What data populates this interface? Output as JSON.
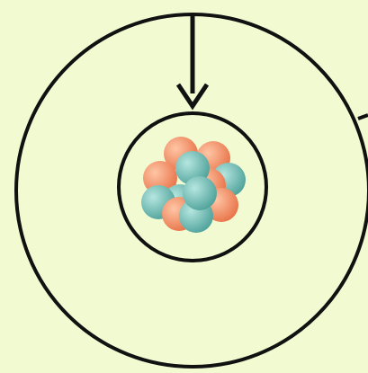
{
  "diagram": {
    "background_color": "#f2fad2",
    "ring_color": "#111111",
    "proton_color": "#ee8b5f",
    "neutron_color": "#6cb8b0",
    "parts": [
      "outer-orbit-ring",
      "inner-orbit-ring",
      "pointer-arrow",
      "nucleus"
    ],
    "nucleus": {
      "proton_count": 6,
      "neutron_count": 6
    }
  }
}
